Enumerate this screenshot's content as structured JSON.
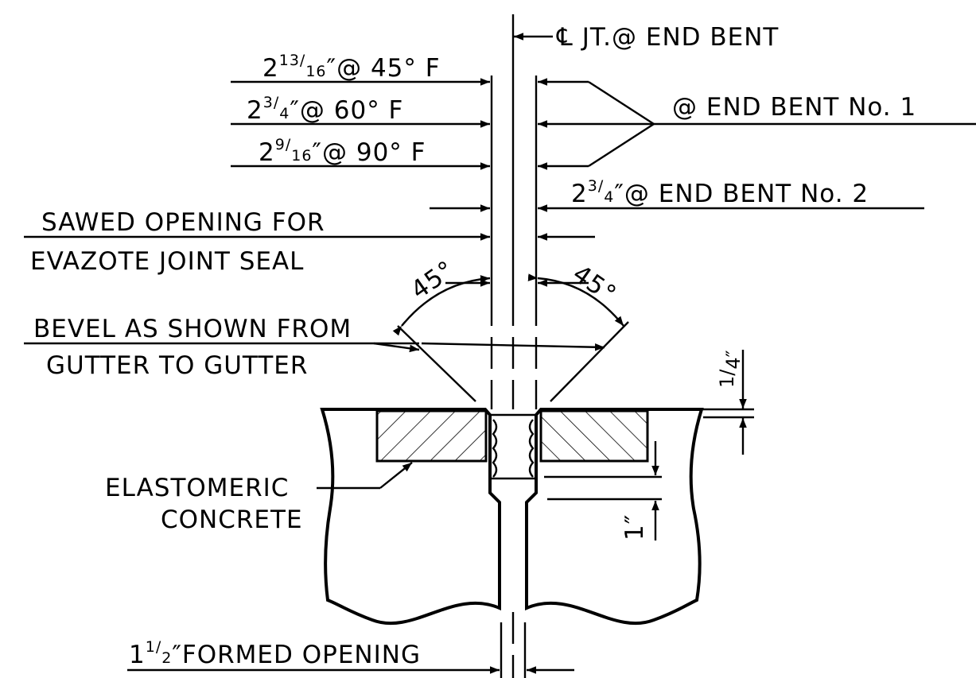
{
  "labels": {
    "centerline": "℄ JT.@ END BENT",
    "dim_45_whole": "2",
    "dim_45_num": "13",
    "dim_45_den": "16",
    "dim_45_tail": "″@ 45° F",
    "dim_60_whole": "2",
    "dim_60_num": "3",
    "dim_60_den": "4",
    "dim_60_tail": "″@ 60° F",
    "dim_90_whole": "2",
    "dim_90_num": "9",
    "dim_90_den": "16",
    "dim_90_tail": "″@ 90° F",
    "end_bent_1": "@ END BENT No. 1",
    "end_bent_2_whole": "2",
    "end_bent_2_num": "3",
    "end_bent_2_den": "4",
    "end_bent_2_tail": "″@ END BENT No. 2",
    "sawed_line1": "SAWED OPENING FOR",
    "sawed_line2": "EVAZOTE JOINT SEAL",
    "angle_left": "45°",
    "angle_right": "45°",
    "bevel_line1": "BEVEL AS SHOWN FROM",
    "bevel_line2": "GUTTER TO GUTTER",
    "quarter_num": "1",
    "quarter_den": "4″",
    "elastomeric_line1": "ELASTOMERIC",
    "elastomeric_line2": "CONCRETE",
    "one_inch": "1″",
    "formed_whole": "1",
    "formed_num": "1",
    "formed_den": "2",
    "formed_tail": "″FORMED OPENING"
  }
}
